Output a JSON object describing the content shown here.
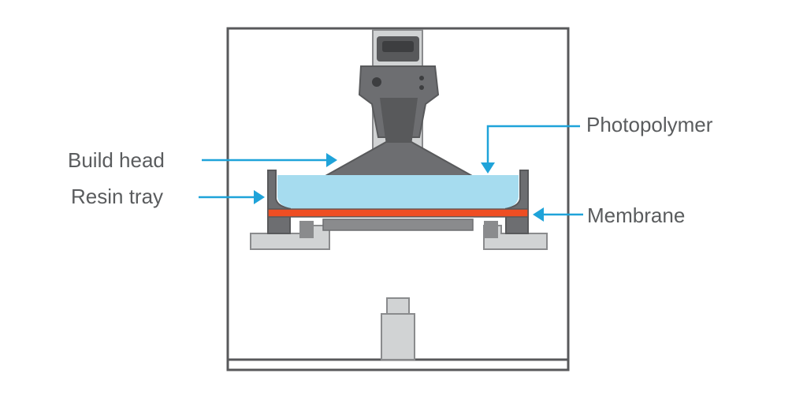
{
  "diagram": {
    "labels": {
      "build_head": "Build head",
      "resin_tray": "Resin tray",
      "photopolymer": "Photopolymer",
      "membrane": "Membrane"
    },
    "colors": {
      "frame": "#58595b",
      "dark_gray": "#6d6e71",
      "mid_gray": "#8a8b8d",
      "light_gray": "#d1d3d4",
      "resin_blue": "#a6dcef",
      "membrane_orange": "#ef4e23",
      "arrow_blue": "#1fa3d9",
      "text": "#5a5c5e"
    }
  }
}
